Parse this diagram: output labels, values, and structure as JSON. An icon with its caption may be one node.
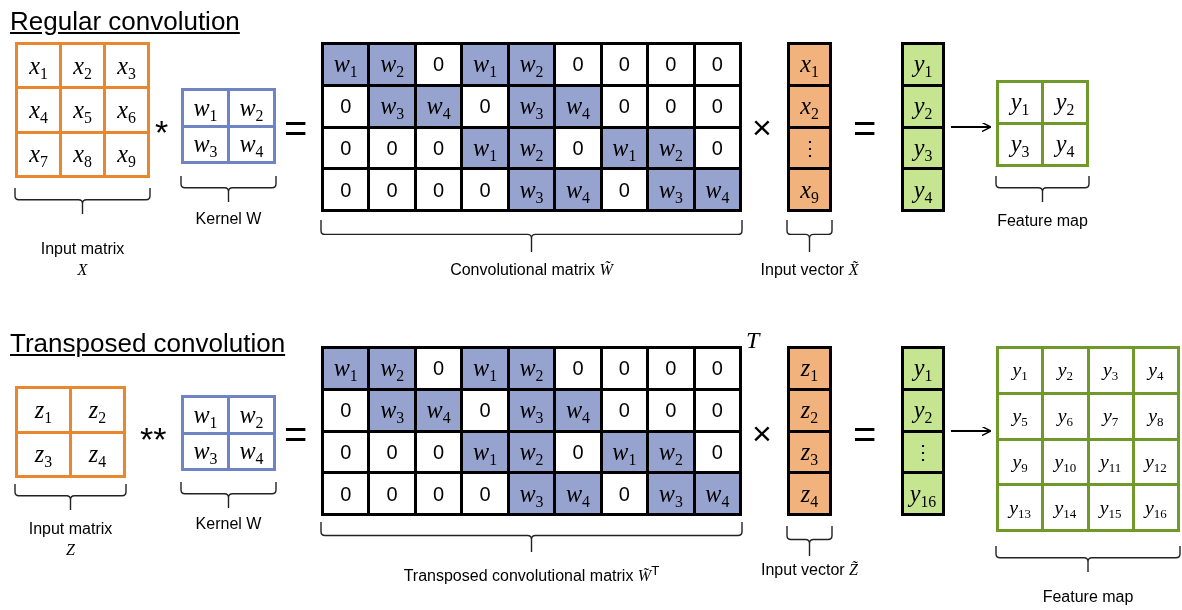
{
  "diagram": {
    "nodes": [
      {
        "text": [
          "*x*$_{1}$",
          "*x*$_{2}$",
          "*x*$_{3}$",
          "*x*$_{4}$",
          "*x*$_{5}$",
          "*x*$_{6}$",
          "*x*$_{7}$",
          "*x*$_{8}$",
          "*x*$_{9}$"
        ],
        "beside": [
          "Input matrix *X*"
        ]
      },
      {
        "text": [
          "*w*$_{1}$",
          "*w*$_{2}$",
          "*w*$_{3}$",
          "*w*$_{4}$"
        ],
        "beside": [
          "Kernel W"
        ]
      },
      {
        "text": [
          "*w*$_{1}$",
          "*w*$_{2}$",
          "0",
          "*w*$_{1}$",
          "*w*$_{2}$",
          "0",
          "0",
          "0",
          "0",
          "0",
          "*w*$_{3}$",
          "*w*$_{4}$",
          "0",
          "*w*$_{3}$",
          "*w*$_{4}$",
          "0",
          "0",
          "0",
          "0",
          "0",
          "0",
          "*w*$_{1}$",
          "*w*$_{2}$",
          "0",
          "*w*$_{1}$",
          "*w*$_{2}$",
          "0",
          "0",
          "0",
          "0",
          "0",
          "*w*$_{3}$",
          "*w*$_{4}$",
          "0",
          "*w*$_{3}$",
          "*w*$_{4}$"
        ],
        "beside": [
          "Convolutional matrix *W̃*"
        ]
      },
      {
        "text": [
          "*x*$_{1}$",
          "*x*$_{2}$",
          "⋮",
          "*x*$_{9}$"
        ],
        "beside": [
          "Input vector *X̃*"
        ]
      },
      {
        "text": [
          "*y*$_{1}$",
          "*y*$_{2}$",
          "*y*$_{3}$",
          "*y*$_{4}$"
        ]
      },
      {
        "text": [
          "*y*$_{1}$",
          "*y*$_{2}$",
          "*y*$_{3}$",
          "*y*$_{4}$"
        ],
        "beside": [
          "Feature map"
        ]
      },
      {
        "text": [
          "*z*$_{1}$",
          "*z*$_{2}$",
          "*z*$_{3}$",
          "*z*$_{4}$"
        ],
        "beside": [
          "Input matrix *Z*"
        ]
      },
      {
        "text": [
          "*w*$_{1}$",
          "*w*$_{2}$",
          "*w*$_{3}$",
          "*w*$_{4}$"
        ],
        "beside": [
          "Kernel W"
        ]
      },
      {
        "text": [
          "*w*$_{1}$",
          "*w*$_{2}$",
          "0",
          "*w*$_{1}$",
          "*w*$_{2}$",
          "0",
          "0",
          "0",
          "0",
          "0",
          "*w*$_{3}$",
          "*w*$_{4}$",
          "0",
          "*w*$_{3}$",
          "*w*$_{4}$",
          "0",
          "0",
          "0",
          "0",
          "0",
          "0",
          "*w*$_{1}$",
          "*w*$_{2}$",
          "0",
          "*w*$_{1}$",
          "*w*$_{2}$",
          "0",
          "0",
          "0",
          "0",
          "0",
          "*w*$_{3}$",
          "*w*$_{4}$",
          "0",
          "*w*$_{3}$",
          "*w*$_{4}$"
        ],
        "beside": [
          "Transposed convolutional matrix *W̃*$^{T}$"
        ]
      },
      {
        "text": [
          "*z*$_{1}$",
          "*z*$_{2}$",
          "*z*$_{3}$",
          "*z*$_{4}$"
        ],
        "beside": [
          "Input vector *Z̃*"
        ]
      },
      {
        "text": [
          "*y*$_{1}$",
          "*y*$_{2}$",
          "⋮",
          "*y*$_{16}$"
        ]
      },
      {
        "text": [
          "*y*$_{1}$",
          "*y*$_{2}$",
          "*y*$_{3}$",
          "*y*$_{4}$",
          "*y*$_{5}$",
          "*y*$_{6}$",
          "*y*$_{7}$",
          "*y*$_{8}$",
          "*y*$_{9}$",
          "*y*$_{10}$",
          "*y*$_{11}$",
          "*y*$_{12}$",
          "*y*$_{13}$",
          "*y*$_{14}$",
          "*y*$_{15}$",
          "*y*$_{16}$"
        ],
        "beside": [
          "Feature map"
        ]
      }
    ],
    "edges": [
      {
        "from": 4,
        "to": 5,
        "arrow": "to"
      },
      {
        "from": 10,
        "to": 11,
        "arrow": "to"
      }
    ],
    "labels": [
      "Regular convolution",
      "*",
      "=",
      "×",
      "=",
      "Transposed convolution",
      "*T*",
      "**",
      "=",
      "×",
      "="
    ]
  }
}
